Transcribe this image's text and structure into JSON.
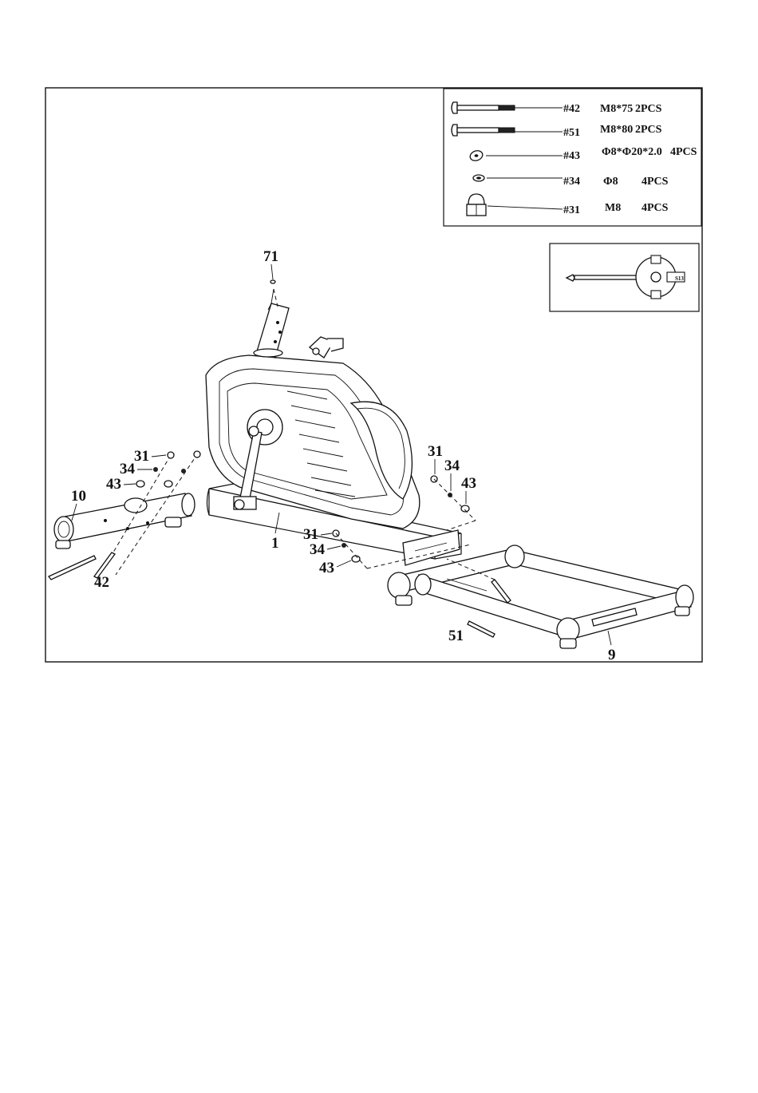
{
  "hardware_list": [
    {
      "part": "#42",
      "spec": "M8*75",
      "qty": "2PCS"
    },
    {
      "part": "#51",
      "spec": "M8*80",
      "qty": "2PCS"
    },
    {
      "part": "#43",
      "spec": "Φ8*Φ20*2.0",
      "qty": "4PCS"
    },
    {
      "part": "#34",
      "spec": "Φ8",
      "qty": "4PCS"
    },
    {
      "part": "#31",
      "spec": "M8",
      "qty": "4PCS"
    }
  ],
  "tool": {
    "label": "S13"
  },
  "callouts": {
    "c71": "71",
    "c31_left": "31",
    "c34_left": "34",
    "c43_left": "43",
    "c10": "10",
    "c42": "42",
    "c1": "1",
    "c31_mid": "31",
    "c34_mid": "34",
    "c43_mid": "43",
    "c31_right": "31",
    "c34_right": "34",
    "c43_right": "43",
    "c51": "51",
    "c9": "9"
  }
}
